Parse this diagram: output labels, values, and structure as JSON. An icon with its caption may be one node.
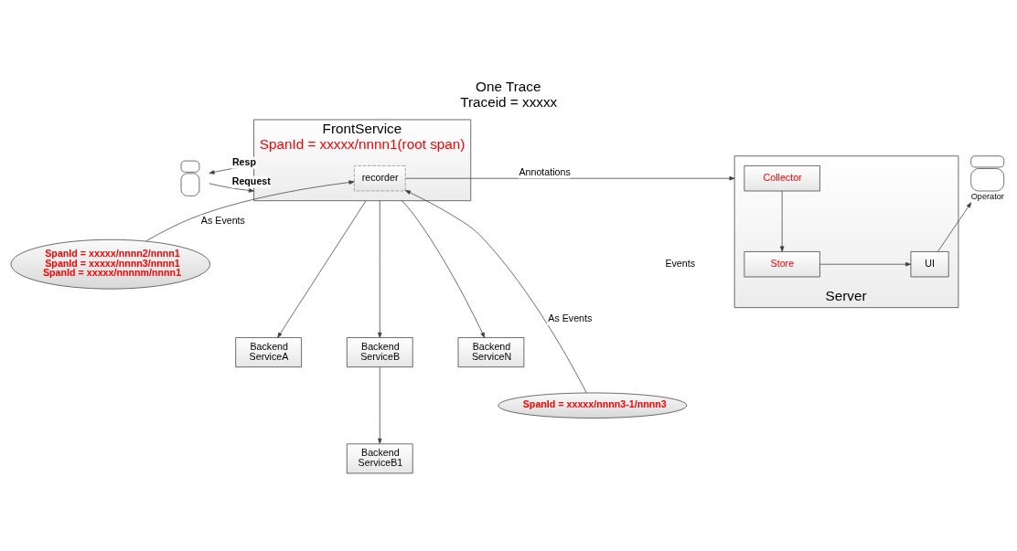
{
  "diagram": {
    "title": "One Trace Traceid = xxxxx",
    "nodes": [
      {
        "text": [],
        "shape": "person"
      },
      {
        "text": [
          "FrontService",
          "SpanId = xxxxx/nnnn1(root span)"
        ]
      },
      {
        "text": [
          "recorder"
        ],
        "in": 1
      },
      {
        "text": [
          "Server"
        ]
      },
      {
        "text": [
          "Collector"
        ],
        "in": 3
      },
      {
        "text": [
          "Store"
        ],
        "in": 3
      },
      {
        "text": [
          "UI"
        ],
        "in": 3
      },
      {
        "text": [],
        "shape": "person",
        "beside": [
          "Operator"
        ]
      },
      {
        "text": [
          "SpanId = xxxxx/nnnn2/nnnn1",
          "SpanId = xxxxx/nnnn3/nnnn1",
          "SpanId = xxxxx/nnnnm/nnnn1"
        ]
      },
      {
        "text": [
          "Backend ServiceA"
        ]
      },
      {
        "text": [
          "Backend ServiceB"
        ]
      },
      {
        "text": [
          "Backend ServiceN"
        ]
      },
      {
        "text": [
          "SpanId = xxxxx/nnnn3-1/nnnn3"
        ]
      },
      {
        "text": [
          "Backend ServiceB1"
        ]
      }
    ],
    "edges": [
      {
        "from": 0,
        "to": 1,
        "arrow": "to",
        "label": "Request"
      },
      {
        "from": 1,
        "to": 0,
        "arrow": "to",
        "label": "Resp"
      },
      {
        "from": 2,
        "to": 3,
        "arrow": "to",
        "label": "Annotations"
      },
      {
        "from": 4,
        "to": 5,
        "arrow": "to"
      },
      {
        "from": 5,
        "to": 6,
        "arrow": "to"
      },
      {
        "from": 6,
        "to": 7,
        "arrow": "to"
      },
      {
        "from": 1,
        "to": 9,
        "arrow": "to"
      },
      {
        "from": 1,
        "to": 10,
        "arrow": "to"
      },
      {
        "from": 1,
        "to": 11,
        "arrow": "to"
      },
      {
        "from": 10,
        "to": 13,
        "arrow": "to"
      },
      {
        "from": 8,
        "to": 2,
        "arrow": "to",
        "label": "As Events"
      },
      {
        "from": 12,
        "to": 2,
        "arrow": "to",
        "label": "As Events"
      }
    ],
    "labels": [
      "Events"
    ]
  }
}
